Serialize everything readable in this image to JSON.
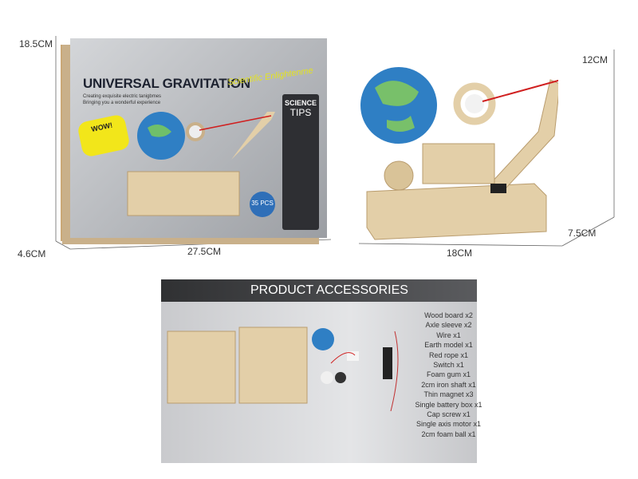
{
  "box": {
    "title": "UNIVERSAL GRAVITATION",
    "script_text": "Scientific Enlightenme",
    "subtitle": [
      "Creating exquisite electric tanigbmes",
      "Bringing you a wonderful experience"
    ],
    "badge": "WOW!",
    "tips": {
      "line1": "SCIENCE",
      "line2": "TIPS"
    },
    "pcs": "35 PCS"
  },
  "dimensions": {
    "box_height": "18.5CM",
    "box_depth": "4.6CM",
    "box_width": "27.5CM",
    "model_height": "12CM",
    "model_depth": "7.5CM",
    "model_width": "18CM"
  },
  "accessories": {
    "heading": "PRODUCT ACCESSORIES",
    "items": [
      "Wood board x2",
      "Axle sleeve x2",
      "Wire x1",
      "Earth model x1",
      "Red rope x1",
      "Switch x1",
      "Foam gum x1",
      "2cm iron shaft x1",
      "Thin magnet x3",
      "Single battery box x1",
      "Cap screw x1",
      "Single axis motor x1",
      "2cm foam ball x1"
    ]
  },
  "colors": {
    "globe": "#2f7fc4",
    "wood": "#e3cfa8",
    "laser": "#d02020",
    "header": "#3a3b3d"
  }
}
